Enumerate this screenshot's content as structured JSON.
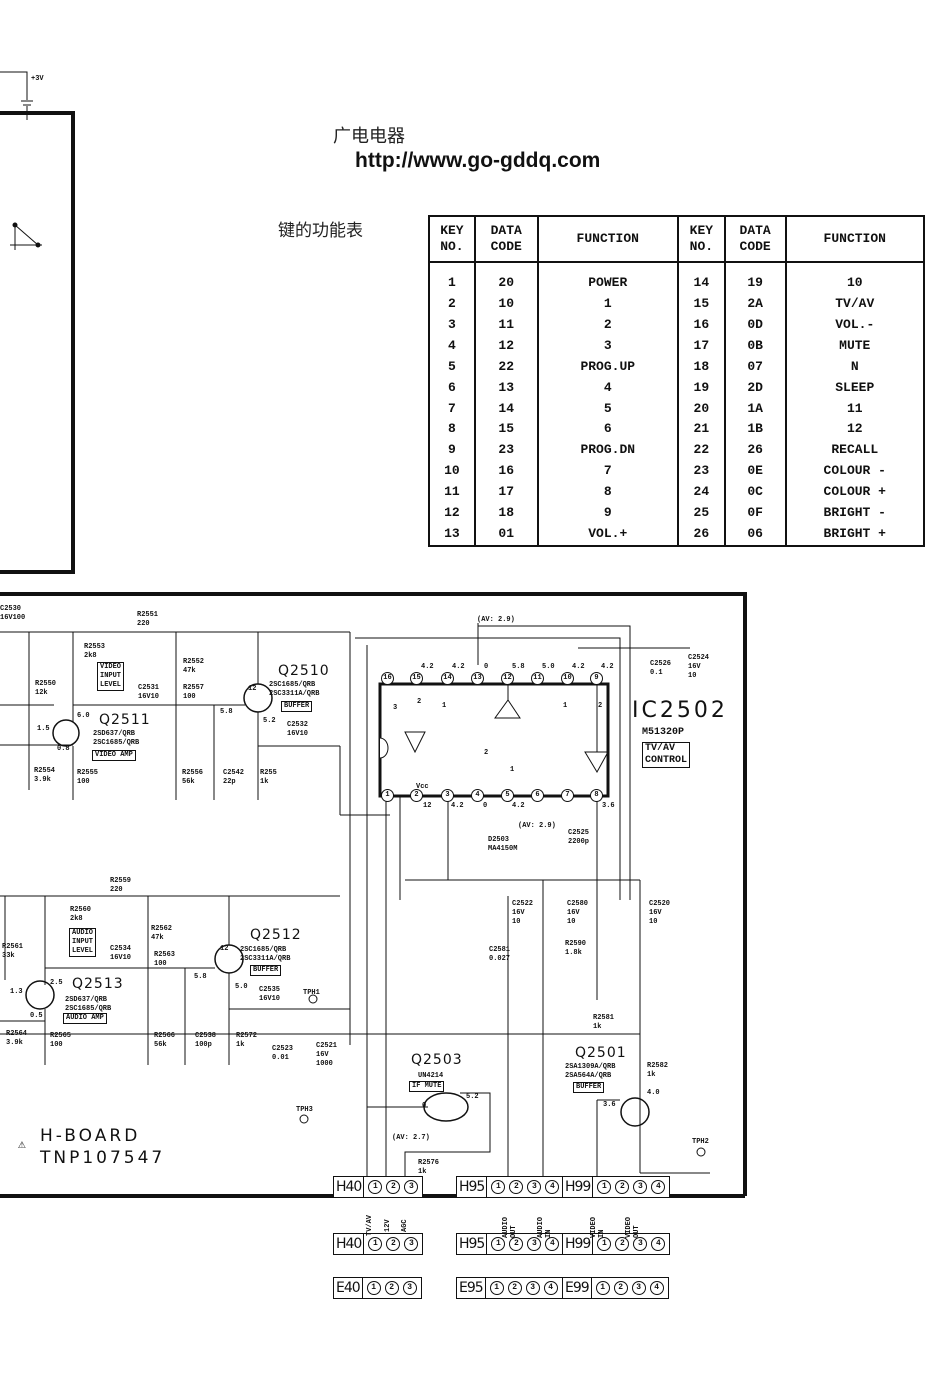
{
  "header": {
    "brand": "广电电器",
    "url": "http://www.go-gddq.com",
    "table_caption": "键的功能表"
  },
  "key_table": {
    "headers": [
      "KEY\nNO.",
      "DATA\nCODE",
      "FUNCTION",
      "KEY\nNO.",
      "DATA\nCODE",
      "FUNCTION"
    ],
    "rows": [
      [
        "1",
        "20",
        "POWER",
        "14",
        "19",
        "10"
      ],
      [
        "2",
        "10",
        "1",
        "15",
        "2A",
        "TV/AV"
      ],
      [
        "3",
        "11",
        "2",
        "16",
        "0D",
        "VOL.-"
      ],
      [
        "4",
        "12",
        "3",
        "17",
        "0B",
        "MUTE"
      ],
      [
        "5",
        "22",
        "PROG.UP",
        "18",
        "07",
        "N"
      ],
      [
        "6",
        "13",
        "4",
        "19",
        "2D",
        "SLEEP"
      ],
      [
        "7",
        "14",
        "5",
        "20",
        "1A",
        "11"
      ],
      [
        "8",
        "15",
        "6",
        "21",
        "1B",
        "12"
      ],
      [
        "9",
        "23",
        "PROG.DN",
        "22",
        "26",
        "RECALL"
      ],
      [
        "10",
        "16",
        "7",
        "23",
        "0E",
        "COLOUR -"
      ],
      [
        "11",
        "17",
        "8",
        "24",
        "0C",
        "COLOUR +"
      ],
      [
        "12",
        "18",
        "9",
        "25",
        "0F",
        "BRIGHT -"
      ],
      [
        "13",
        "01",
        "VOL.+",
        "26",
        "06",
        "BRIGHT +"
      ]
    ]
  },
  "board": {
    "name": "H-BOARD",
    "part_no": "TNP107547",
    "supply": "+3V"
  },
  "ic": {
    "name": "IC2502",
    "part": "M51320P",
    "function": "TV/AV\nCONTROL",
    "pins_top": [
      "16",
      "15",
      "14",
      "13",
      "12",
      "11",
      "10",
      "9"
    ],
    "pins_bottom": [
      "1",
      "2",
      "3",
      "4",
      "5",
      "6",
      "7",
      "8"
    ],
    "volts_top": [
      "4.2",
      "4.2",
      "0",
      "5.8",
      "5.0",
      "4.2",
      "4.2"
    ],
    "volts_bottom": [
      "12",
      "4.2",
      "0",
      "4.2",
      "3.6"
    ],
    "vcc": "Vcc",
    "av_note_top": "(AV: 2.9)",
    "av_note_bottom": "(AV: 2.9)",
    "switch_labels": [
      "2",
      "1",
      "3",
      "2",
      "1",
      "2",
      "1"
    ]
  },
  "labels": [
    "C2530\n16V100",
    "R2551\n220",
    "R2553\n2k8",
    "VIDEO\nINPUT\nLEVEL",
    "R2550\n12k",
    "R2552\n47k",
    "C2531\n16V10",
    "R2557\n100",
    "2SC1685/QRB\n2SC3311A/QRB",
    "BUFFER",
    "12",
    "5.8",
    "5.2",
    "C2532\n16V10",
    "2SD637/QRB\n2SC1685/QRB",
    "VIDEO AMP",
    "6.0",
    "1.5",
    "0.8",
    "R2554\n3.9k",
    "R2555\n100",
    "R2556\n56k",
    "C2542\n22p",
    "R255\n1k",
    "C2526\n0.1",
    "C2524\n16V\n10",
    "D2503\nMA4150M",
    "C2525\n2200p",
    "R2559\n220",
    "R2560\n2k8",
    "AUDIO\nINPUT\nLEVEL",
    "R2561\n33k",
    "C2534\n16V10",
    "R2562\n47k",
    "R2563\n100",
    "2SC1685/QRB\n2SC3311A/QRB",
    "BUFFER",
    "12",
    "5.8",
    "5.0",
    "C2535\n16V10",
    "TPH1",
    "2SD637/QRB\n2SC1685/QRB",
    "AUDIO AMP",
    "2.5",
    "1.3",
    "0.5",
    "R2564\n3.9k",
    "R2565\n100",
    "R2566\n56k",
    "C2538\n100p",
    "R2572\n1k",
    "C2523\n0.01",
    "C2521\n16V\n1000",
    "TPH3",
    "C2522\n16V\n10",
    "C2580\n16V\n10",
    "C2520\n16V\n10",
    "C2581\n0.027",
    "R2590\n1.8k",
    "R2581\n1k",
    "UN4214",
    "IF MUTE",
    "5.2",
    "0",
    "(AV: 2.7)",
    "R2576\n1k",
    "2SA1309A/QRB\n2SA564A/QRB",
    "BUFFER",
    "R2582\n1k",
    "4.0",
    "3.6",
    "TPH2"
  ],
  "transistors": [
    "Q2510",
    "Q2511",
    "Q2512",
    "Q2513",
    "Q2503",
    "Q2501"
  ],
  "connectors": {
    "row1": [
      {
        "name": "H40",
        "pins": [
          "1",
          "2",
          "3"
        ]
      },
      {
        "name": "H95",
        "pins": [
          "1",
          "2",
          "3",
          "4"
        ]
      },
      {
        "name": "H99",
        "pins": [
          "1",
          "2",
          "3",
          "4"
        ]
      }
    ],
    "row2": [
      {
        "name": "H40",
        "pins": [
          "1",
          "2",
          "3"
        ]
      },
      {
        "name": "H95",
        "pins": [
          "1",
          "2",
          "3",
          "4"
        ]
      },
      {
        "name": "H99",
        "pins": [
          "1",
          "2",
          "3",
          "4"
        ]
      }
    ],
    "row3": [
      {
        "name": "E40",
        "pins": [
          "1",
          "2",
          "3"
        ]
      },
      {
        "name": "E95",
        "pins": [
          "1",
          "2",
          "3",
          "4"
        ]
      },
      {
        "name": "E99",
        "pins": [
          "1",
          "2",
          "3",
          "4"
        ]
      }
    ],
    "signal_labels": [
      "TV/AV",
      "12V",
      "AGC",
      "AUDIO\nOUT",
      "AUDIO\nIN",
      "VIDEO\nIN",
      "VIDEO\nOUT"
    ]
  }
}
